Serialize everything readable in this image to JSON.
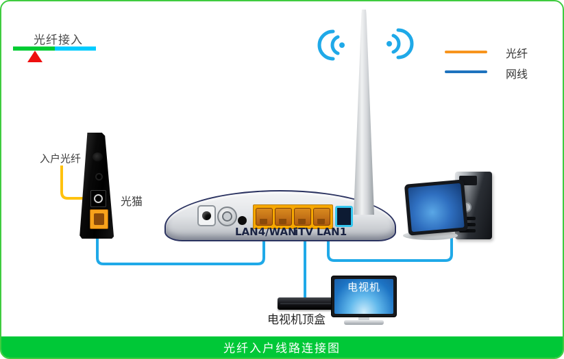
{
  "indicator": {
    "label": "光纤接入",
    "bar_green": "#00CC33",
    "bar_cyan": "#00CCFF",
    "marker_color": "#EE0F0F"
  },
  "legend": {
    "fiber": {
      "label": "光纤",
      "color": "#F7941D"
    },
    "cable": {
      "label": "网线",
      "color": "#1E73BE"
    }
  },
  "modem": {
    "incoming_fiber_label": "入户光纤",
    "device_label": "光猫"
  },
  "router": {
    "port_labels": {
      "lan4wan": "LAN4/WAN",
      "itv": "iTV",
      "lan1": "LAN1"
    }
  },
  "tv": {
    "screen_label": "电视机"
  },
  "settop_box": {
    "label": "电视机顶盒"
  },
  "footer": {
    "title": "光纤入户线路连接图"
  },
  "colors": {
    "cable_line": "#1FA9E8",
    "fiber_line": "#FFC20E",
    "frame_green": "#3FCC3F",
    "footer_green": "#00C837"
  }
}
